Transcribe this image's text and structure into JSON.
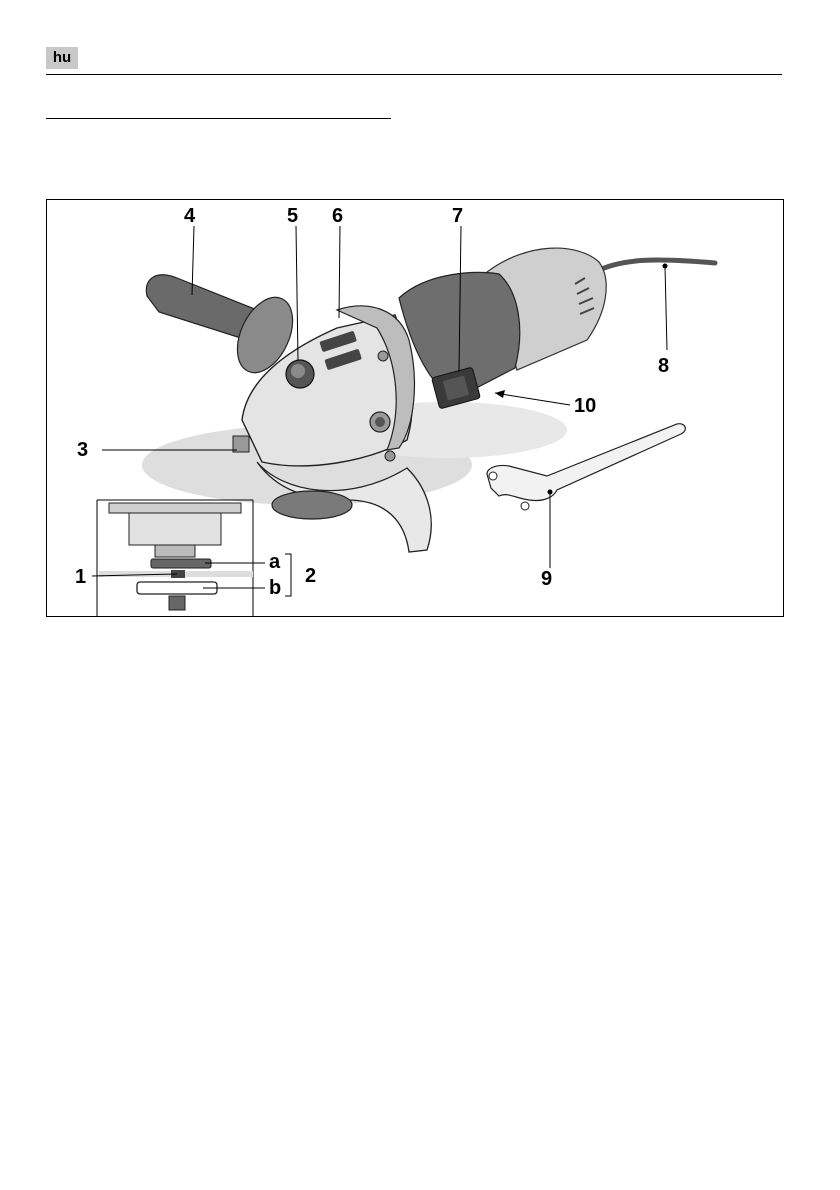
{
  "header": {
    "language_code": "hu"
  },
  "figure": {
    "callouts": {
      "c1": "1",
      "c2": "2",
      "c3": "3",
      "c4": "4",
      "c5": "5",
      "c6": "6",
      "c7": "7",
      "c8": "8",
      "c9": "9",
      "c10": "10",
      "ca": "a",
      "cb": "b"
    },
    "colors": {
      "tool_light": "#e6e6e6",
      "tool_mid": "#b4b4b4",
      "tool_dark": "#6e6e6e",
      "grip": "#5a5a5a",
      "shadow": "#d2d2d2"
    }
  }
}
